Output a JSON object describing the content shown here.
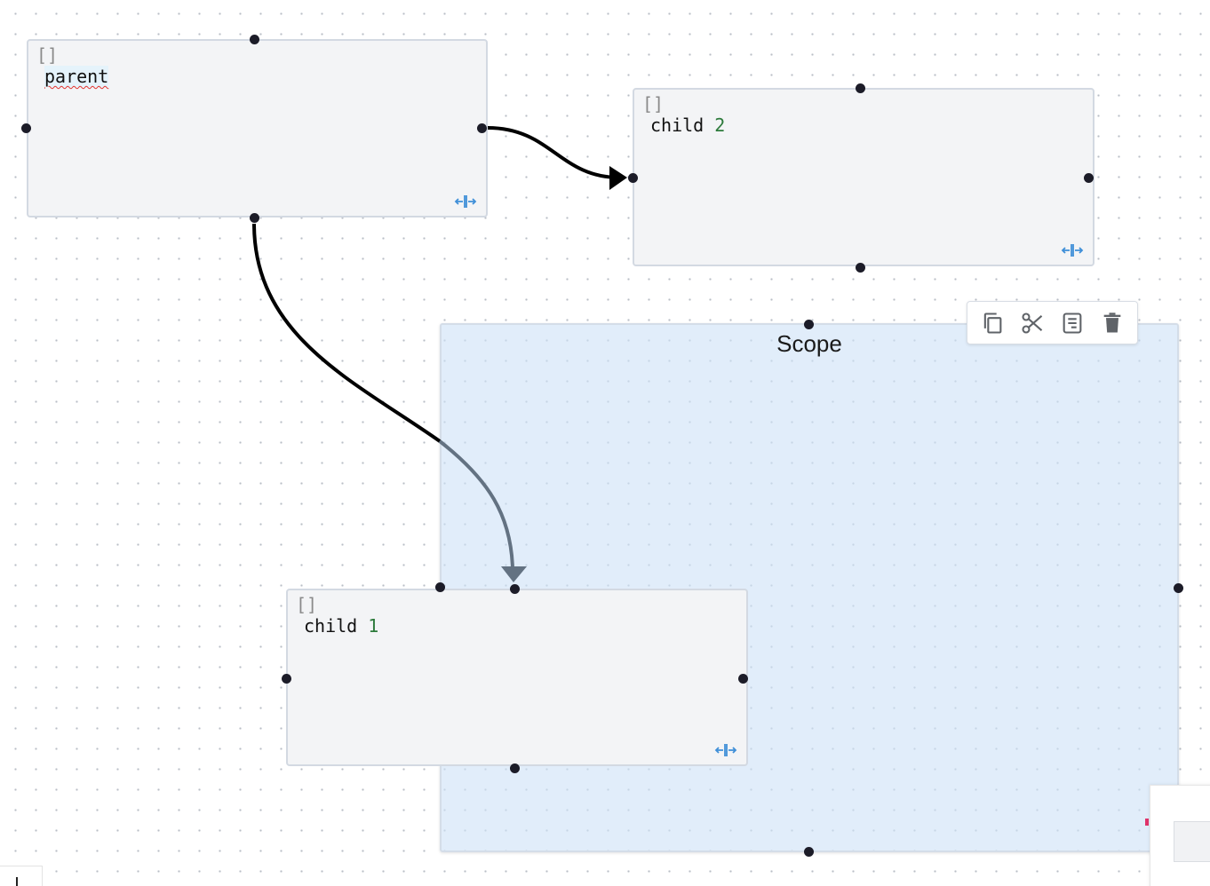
{
  "scope": {
    "title": "Scope"
  },
  "nodes": {
    "parent": {
      "brackets": "[]",
      "label": "parent"
    },
    "child2": {
      "brackets": "[]",
      "label_text": "child ",
      "label_num": "2"
    },
    "child1": {
      "brackets": "[]",
      "label_text": "child ",
      "label_num": "1"
    }
  },
  "toolbar": {
    "items": [
      {
        "icon": "copy-icon"
      },
      {
        "icon": "cut-icon"
      },
      {
        "icon": "note-icon"
      },
      {
        "icon": "trash-icon"
      }
    ]
  },
  "colors": {
    "scope_fill": "#cee2f7",
    "node_fill": "#f3f4f6",
    "edge_primary": "#000000",
    "edge_secondary": "#637282",
    "port": "#1c1c28",
    "resize_icon": "#3f8fd8",
    "number_green": "#2c7a3b"
  }
}
